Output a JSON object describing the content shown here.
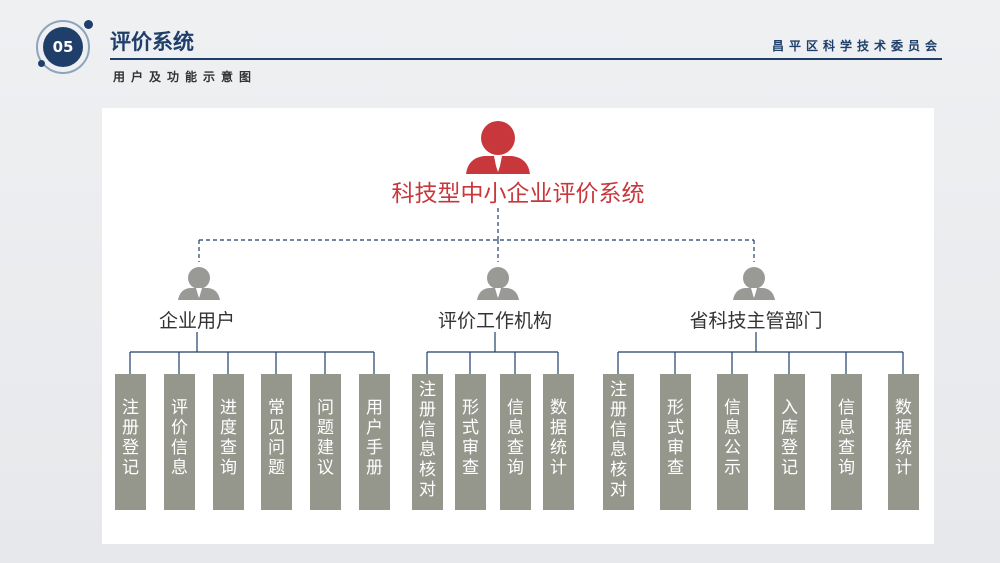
{
  "header": {
    "badge_number": "05",
    "title": "评价系统",
    "subtitle": "用户及功能示意图",
    "organization": "昌平区科学技术委员会"
  },
  "diagram": {
    "root": {
      "label": "科技型中小企业评价系统",
      "color": "#c8373b"
    },
    "groups": [
      {
        "label": "企业用户",
        "children": [
          "注册登记",
          "评价信息",
          "进度查询",
          "常见问题",
          "问题建议",
          "用户手册"
        ]
      },
      {
        "label": "评价工作机构",
        "children": [
          "注册信息核对",
          "形式审查",
          "信息查询",
          "数据统计"
        ]
      },
      {
        "label": "省科技主管部门",
        "children": [
          "注册信息核对",
          "形式审查",
          "信息公示",
          "入库登记",
          "信息查询",
          "数据统计"
        ]
      }
    ],
    "colors": {
      "accent": "#1f3f6a",
      "leaf": "#96978c",
      "person_gray": "#999a96"
    }
  }
}
